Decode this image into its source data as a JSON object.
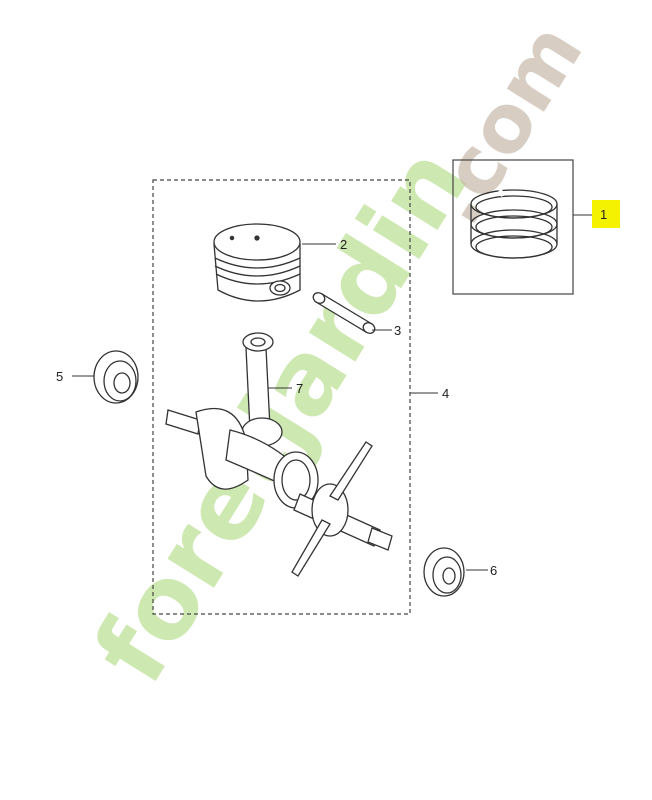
{
  "watermark": {
    "text_main": "foretjardin",
    "text_tail": ".com",
    "color_green": "#c6e4a4",
    "color_orange": "#f4c48c",
    "color_tail": "#c8b9aa"
  },
  "callouts": [
    {
      "id": "1",
      "highlighted": true
    },
    {
      "id": "2"
    },
    {
      "id": "3"
    },
    {
      "id": "4"
    },
    {
      "id": "5"
    },
    {
      "id": "6"
    },
    {
      "id": "7"
    }
  ],
  "colors": {
    "line": "#333333",
    "highlight": "#f5f200"
  }
}
